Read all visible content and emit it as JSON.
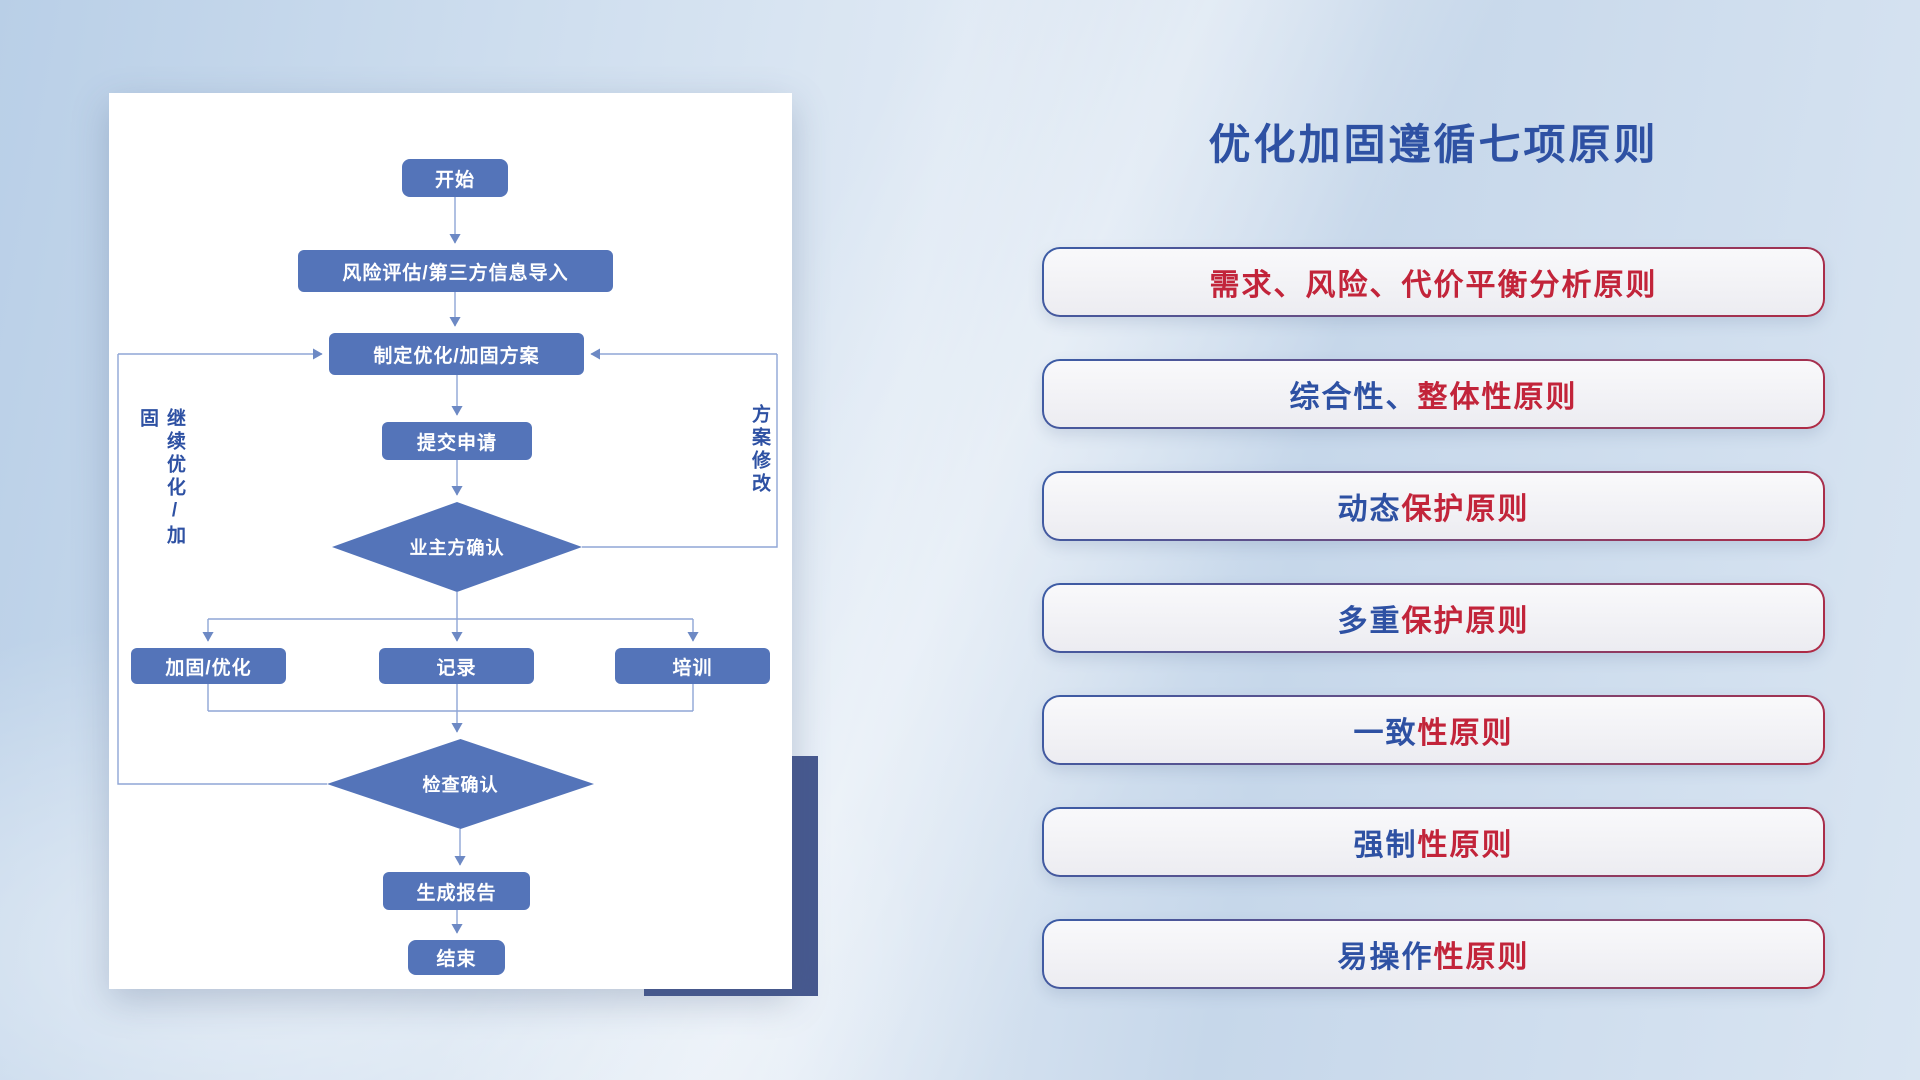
{
  "slide": {
    "title": "优化加固遵循七项原则"
  },
  "flowchart": {
    "nodes": {
      "start": "开始",
      "risk_import": "风险评估/第三方信息导入",
      "make_plan": "制定优化/加固方案",
      "submit": "提交申请",
      "owner_confirm": "业主方确认",
      "reinforce": "加固/优化",
      "record": "记录",
      "training": "培训",
      "check_confirm": "检查确认",
      "report": "生成报告",
      "end": "结束"
    },
    "loop_labels": {
      "left": "继续优化/加固",
      "right": "方案修改"
    }
  },
  "principles": [
    {
      "blue": "",
      "red": "需求、风险、代价平衡分析原则"
    },
    {
      "blue": "综合性、",
      "red": "整体性原则"
    },
    {
      "blue": "动态",
      "red": "保护原则"
    },
    {
      "blue": "多重",
      "red": "保护原则"
    },
    {
      "blue": "一致",
      "red": "性原则"
    },
    {
      "blue": "强制",
      "red": "性原则"
    },
    {
      "blue": "易操作",
      "red": "性原则"
    }
  ],
  "colors": {
    "title_blue": "#2e51a3",
    "principle_red": "#c2243a",
    "node_blue": "#5474b9",
    "connector_blue": "#8fa6d6",
    "accent_rect": "#47598f"
  }
}
